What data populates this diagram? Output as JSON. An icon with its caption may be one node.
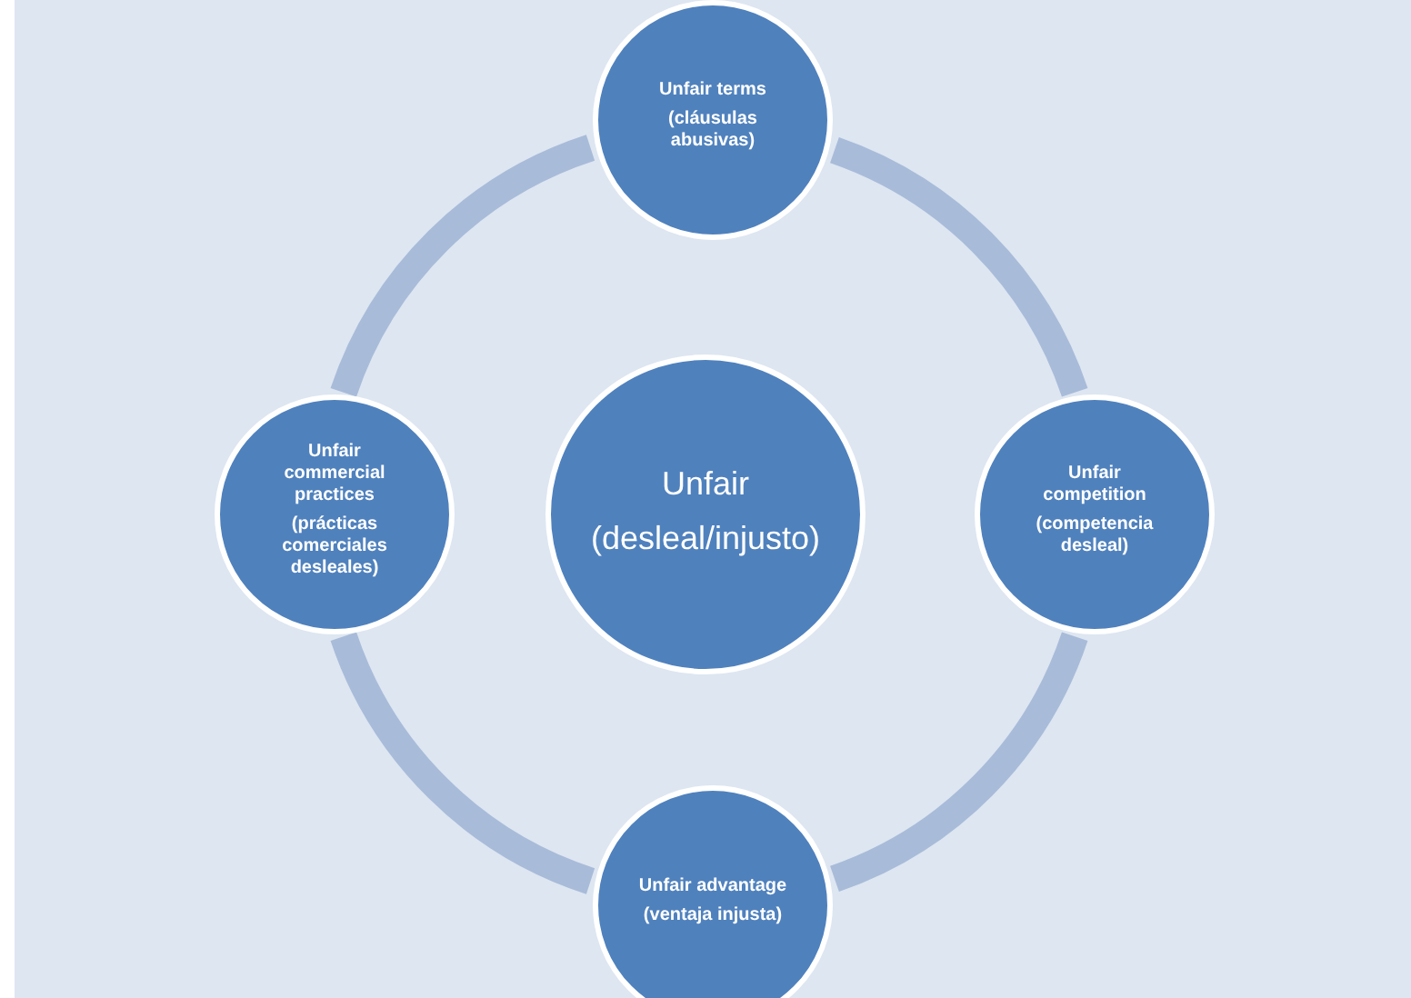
{
  "diagram": {
    "nodes": [
      {
        "text": [
          "Unfair terms",
          "(cláusulas abusivas)"
        ]
      },
      {
        "text": [
          "Unfair commercial practices",
          "(prácticas comerciales desleales)"
        ]
      },
      {
        "text": [
          "Unfair",
          "(desleal/injusto)"
        ]
      },
      {
        "text": [
          "Unfair competition",
          "(competencia desleal)"
        ]
      },
      {
        "text": [
          "Unfair advantage",
          "(ventaja injusta)"
        ]
      }
    ],
    "edges": [
      {
        "from": 0,
        "to": 3,
        "arrow": "none"
      },
      {
        "from": 3,
        "to": 4,
        "arrow": "none"
      },
      {
        "from": 4,
        "to": 1,
        "arrow": "none"
      },
      {
        "from": 1,
        "to": 0,
        "arrow": "none"
      }
    ]
  }
}
